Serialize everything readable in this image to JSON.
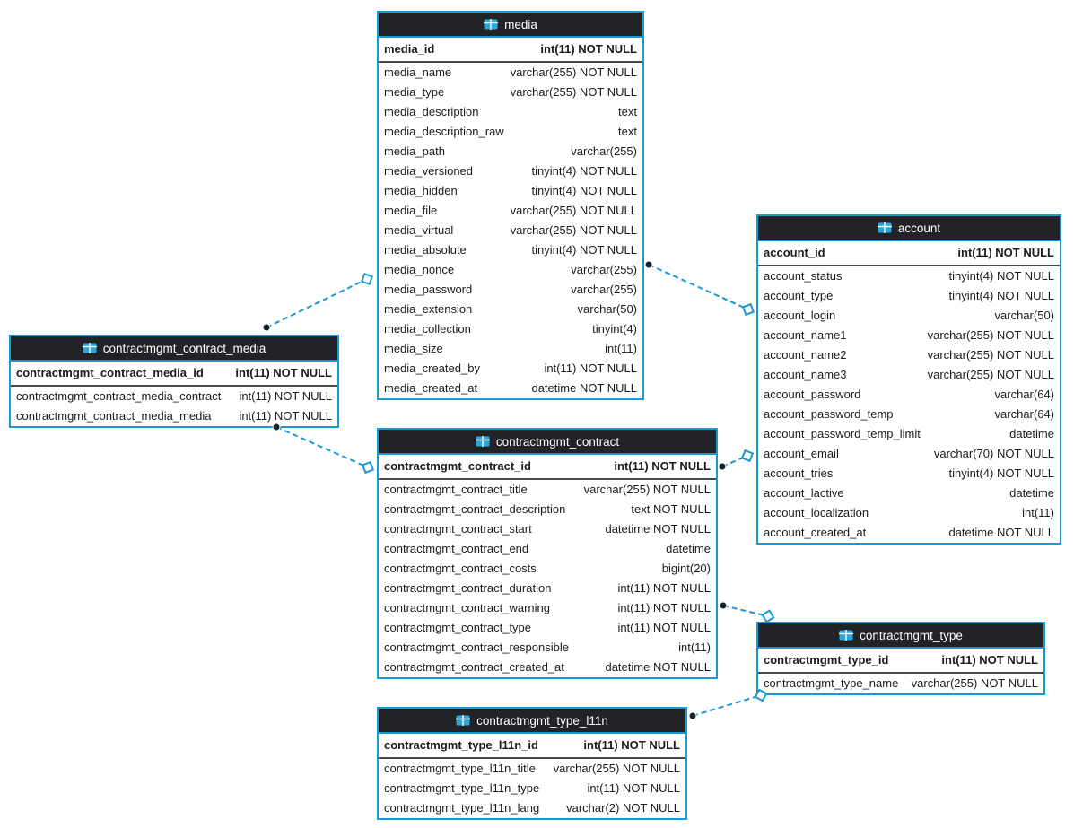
{
  "colors": {
    "accent": "#1b97d1",
    "header_bg": "#212326",
    "icon_blue": "#2ba7e0",
    "pk_separator": "#4a4a4a",
    "text": "#1b1b1b",
    "connector_dot": "#13242e"
  },
  "tables": [
    {
      "id": "media",
      "title": "media",
      "icon": "table-icon",
      "columns": [
        {
          "name": "media_id",
          "type": "int(11) NOT NULL",
          "pk": true
        },
        {
          "name": "media_name",
          "type": "varchar(255) NOT NULL",
          "pk": false
        },
        {
          "name": "media_type",
          "type": "varchar(255) NOT NULL",
          "pk": false
        },
        {
          "name": "media_description",
          "type": "text",
          "pk": false
        },
        {
          "name": "media_description_raw",
          "type": "text",
          "pk": false
        },
        {
          "name": "media_path",
          "type": "varchar(255)",
          "pk": false
        },
        {
          "name": "media_versioned",
          "type": "tinyint(4) NOT NULL",
          "pk": false
        },
        {
          "name": "media_hidden",
          "type": "tinyint(4) NOT NULL",
          "pk": false
        },
        {
          "name": "media_file",
          "type": "varchar(255) NOT NULL",
          "pk": false
        },
        {
          "name": "media_virtual",
          "type": "varchar(255) NOT NULL",
          "pk": false
        },
        {
          "name": "media_absolute",
          "type": "tinyint(4) NOT NULL",
          "pk": false
        },
        {
          "name": "media_nonce",
          "type": "varchar(255)",
          "pk": false
        },
        {
          "name": "media_password",
          "type": "varchar(255)",
          "pk": false
        },
        {
          "name": "media_extension",
          "type": "varchar(50)",
          "pk": false
        },
        {
          "name": "media_collection",
          "type": "tinyint(4)",
          "pk": false
        },
        {
          "name": "media_size",
          "type": "int(11)",
          "pk": false
        },
        {
          "name": "media_created_by",
          "type": "int(11) NOT NULL",
          "pk": false
        },
        {
          "name": "media_created_at",
          "type": "datetime NOT NULL",
          "pk": false
        }
      ]
    },
    {
      "id": "account",
      "title": "account",
      "icon": "table-icon",
      "columns": [
        {
          "name": "account_id",
          "type": "int(11) NOT NULL",
          "pk": true
        },
        {
          "name": "account_status",
          "type": "tinyint(4) NOT NULL",
          "pk": false
        },
        {
          "name": "account_type",
          "type": "tinyint(4) NOT NULL",
          "pk": false
        },
        {
          "name": "account_login",
          "type": "varchar(50)",
          "pk": false
        },
        {
          "name": "account_name1",
          "type": "varchar(255) NOT NULL",
          "pk": false
        },
        {
          "name": "account_name2",
          "type": "varchar(255) NOT NULL",
          "pk": false
        },
        {
          "name": "account_name3",
          "type": "varchar(255) NOT NULL",
          "pk": false
        },
        {
          "name": "account_password",
          "type": "varchar(64)",
          "pk": false
        },
        {
          "name": "account_password_temp",
          "type": "varchar(64)",
          "pk": false
        },
        {
          "name": "account_password_temp_limit",
          "type": "datetime",
          "pk": false
        },
        {
          "name": "account_email",
          "type": "varchar(70) NOT NULL",
          "pk": false
        },
        {
          "name": "account_tries",
          "type": "tinyint(4) NOT NULL",
          "pk": false
        },
        {
          "name": "account_lactive",
          "type": "datetime",
          "pk": false
        },
        {
          "name": "account_localization",
          "type": "int(11)",
          "pk": false
        },
        {
          "name": "account_created_at",
          "type": "datetime NOT NULL",
          "pk": false
        }
      ]
    },
    {
      "id": "contractmgmt_contract_media",
      "title": "contractmgmt_contract_media",
      "icon": "table-icon",
      "columns": [
        {
          "name": "contractmgmt_contract_media_id",
          "type": "int(11) NOT NULL",
          "pk": true
        },
        {
          "name": "contractmgmt_contract_media_contract",
          "type": "int(11) NOT NULL",
          "pk": false
        },
        {
          "name": "contractmgmt_contract_media_media",
          "type": "int(11) NOT NULL",
          "pk": false
        }
      ]
    },
    {
      "id": "contractmgmt_contract",
      "title": "contractmgmt_contract",
      "icon": "table-icon",
      "columns": [
        {
          "name": "contractmgmt_contract_id",
          "type": "int(11) NOT NULL",
          "pk": true
        },
        {
          "name": "contractmgmt_contract_title",
          "type": "varchar(255) NOT NULL",
          "pk": false
        },
        {
          "name": "contractmgmt_contract_description",
          "type": "text NOT NULL",
          "pk": false
        },
        {
          "name": "contractmgmt_contract_start",
          "type": "datetime NOT NULL",
          "pk": false
        },
        {
          "name": "contractmgmt_contract_end",
          "type": "datetime",
          "pk": false
        },
        {
          "name": "contractmgmt_contract_costs",
          "type": "bigint(20)",
          "pk": false
        },
        {
          "name": "contractmgmt_contract_duration",
          "type": "int(11) NOT NULL",
          "pk": false
        },
        {
          "name": "contractmgmt_contract_warning",
          "type": "int(11) NOT NULL",
          "pk": false
        },
        {
          "name": "contractmgmt_contract_type",
          "type": "int(11) NOT NULL",
          "pk": false
        },
        {
          "name": "contractmgmt_contract_responsible",
          "type": "int(11)",
          "pk": false
        },
        {
          "name": "contractmgmt_contract_created_at",
          "type": "datetime NOT NULL",
          "pk": false
        }
      ]
    },
    {
      "id": "contractmgmt_type",
      "title": "contractmgmt_type",
      "icon": "table-icon",
      "columns": [
        {
          "name": "contractmgmt_type_id",
          "type": "int(11) NOT NULL",
          "pk": true
        },
        {
          "name": "contractmgmt_type_name",
          "type": "varchar(255) NOT NULL",
          "pk": false
        }
      ]
    },
    {
      "id": "contractmgmt_type_l11n",
      "title": "contractmgmt_type_l11n",
      "icon": "table-icon",
      "columns": [
        {
          "name": "contractmgmt_type_l11n_id",
          "type": "int(11) NOT NULL",
          "pk": true
        },
        {
          "name": "contractmgmt_type_l11n_title",
          "type": "varchar(255) NOT NULL",
          "pk": false
        },
        {
          "name": "contractmgmt_type_l11n_type",
          "type": "int(11) NOT NULL",
          "pk": false
        },
        {
          "name": "contractmgmt_type_l11n_lang",
          "type": "varchar(2) NOT NULL",
          "pk": false
        }
      ]
    }
  ],
  "relationships": [
    {
      "from": "contractmgmt_contract_media",
      "to": "media",
      "line_style": "dashed",
      "from_marker": "dot",
      "to_marker": "diamond"
    },
    {
      "from": "media",
      "to": "account",
      "line_style": "dashed",
      "from_marker": "dot",
      "to_marker": "diamond"
    },
    {
      "from": "contractmgmt_contract_media",
      "to": "contractmgmt_contract",
      "line_style": "dashed",
      "from_marker": "dot",
      "to_marker": "diamond"
    },
    {
      "from": "contractmgmt_contract",
      "to": "account",
      "line_style": "dashed",
      "from_marker": "dot",
      "to_marker": "diamond"
    },
    {
      "from": "contractmgmt_contract",
      "to": "contractmgmt_type",
      "line_style": "dashed",
      "from_marker": "dot",
      "to_marker": "diamond"
    },
    {
      "from": "contractmgmt_type_l11n",
      "to": "contractmgmt_type",
      "line_style": "dashed",
      "from_marker": "dot",
      "to_marker": "diamond"
    }
  ]
}
